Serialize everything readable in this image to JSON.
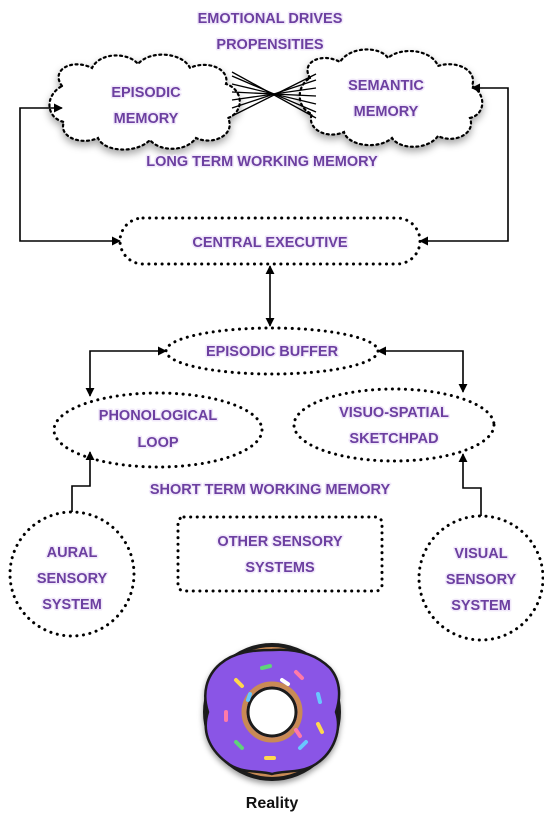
{
  "colors": {
    "label_text": "#6c3fa0",
    "outline": "#000000",
    "donut_icing": "#8a55e6",
    "donut_dough": "#c98a54"
  },
  "top": {
    "line1": "EMOTIONAL DRIVES",
    "line2": "PROPENSITIES"
  },
  "nodes": {
    "episodic_memory": {
      "line1": "EPISODIC",
      "line2": "MEMORY"
    },
    "semantic_memory": {
      "line1": "SEMANTIC",
      "line2": "MEMORY"
    },
    "central_executive": {
      "label": "CENTRAL EXECUTIVE"
    },
    "episodic_buffer": {
      "label": "EPISODIC BUFFER"
    },
    "phonological_loop": {
      "line1": "PHONOLOGICAL",
      "line2": "LOOP"
    },
    "visuo_spatial": {
      "line1": "VISUO-SPATIAL",
      "line2": "SKETCHPAD"
    },
    "aural": {
      "line1": "AURAL",
      "line2": "SENSORY",
      "line3": "SYSTEM"
    },
    "other_sensory": {
      "line1": "OTHER SENSORY",
      "line2": "SYSTEMS"
    },
    "visual": {
      "line1": "VISUAL",
      "line2": "SENSORY",
      "line3": "SYSTEM"
    }
  },
  "group_labels": {
    "long_term": "LONG TERM WORKING MEMORY",
    "short_term": "SHORT TERM WORKING MEMORY"
  },
  "bottom": {
    "icon": "donut-icon",
    "label": "Reality"
  }
}
